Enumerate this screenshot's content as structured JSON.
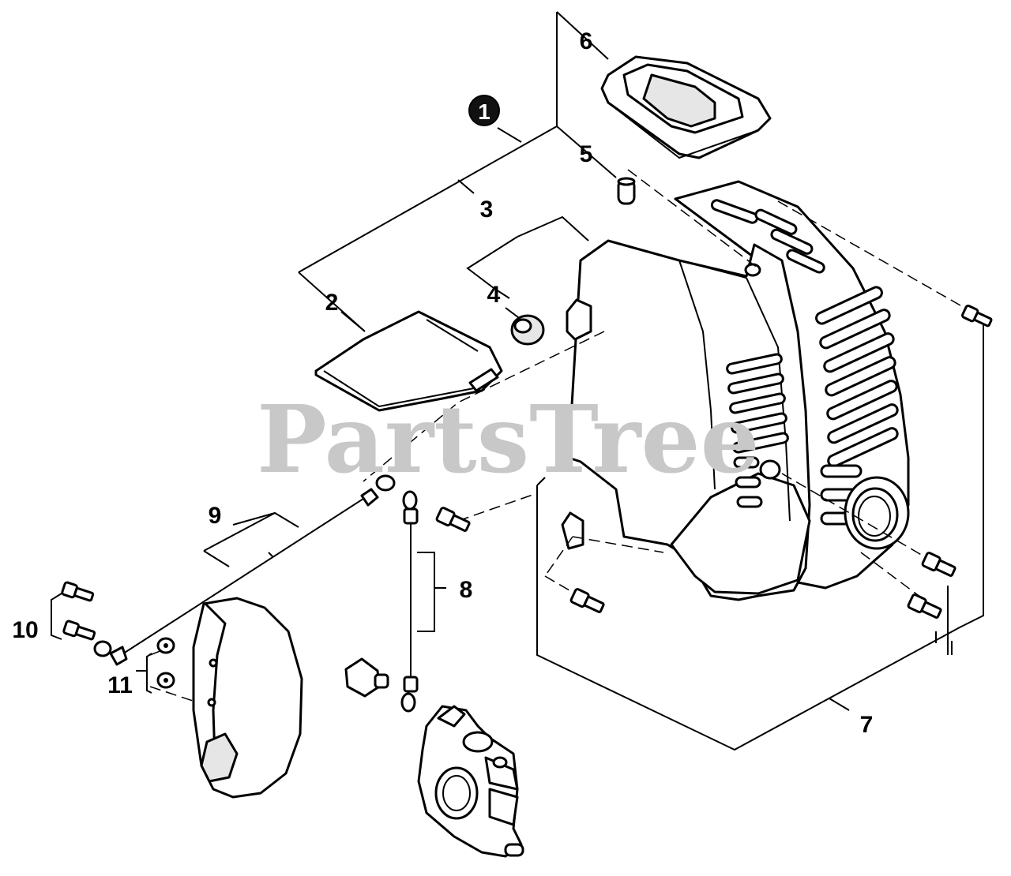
{
  "diagram": {
    "watermark": "PartsTree",
    "assembly_marker": "1",
    "callouts": {
      "c2": "2",
      "c3": "3",
      "c4": "4",
      "c5": "5",
      "c6": "6",
      "c7": "7",
      "c8": "8",
      "c9": "9",
      "c10": "10",
      "c11": "11"
    }
  },
  "colors": {
    "line": "#000000",
    "watermark": "#c8c8c8",
    "background": "#ffffff"
  }
}
